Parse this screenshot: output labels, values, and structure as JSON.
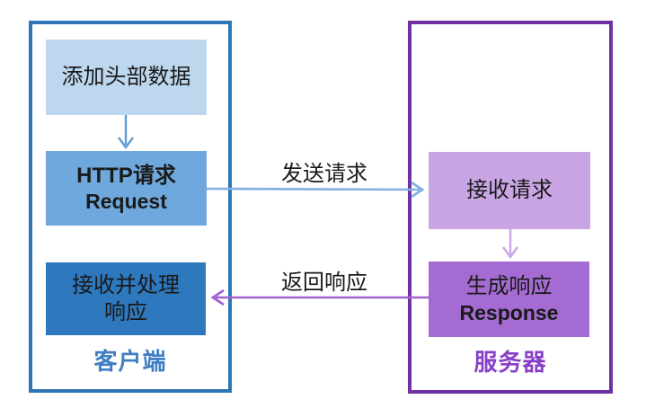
{
  "client": {
    "label": "客户端",
    "boxes": [
      {
        "name": "add-header-data",
        "text": "添加头部数据"
      },
      {
        "name": "http-request",
        "line1": "HTTP请求",
        "line2": "Request"
      },
      {
        "name": "receive-and-process-response",
        "line1": "接收并处理",
        "line2": "响应"
      }
    ]
  },
  "server": {
    "label": "服务器",
    "boxes": [
      {
        "name": "receive-request",
        "text": "接收请求"
      },
      {
        "name": "generate-response",
        "line1": "生成响应",
        "line2": "Response"
      }
    ]
  },
  "arrows": {
    "send_request_label": "发送请求",
    "return_response_label": "返回响应"
  },
  "colors": {
    "client-border": "#2E75B6",
    "client-label": "#3F7EC1",
    "box-light-blue": "#BDD7EE",
    "box-mid-blue": "#6FA8DC",
    "box-dark-blue": "#2E78BE",
    "server-border": "#7030A0",
    "server-label": "#8840C8",
    "box-light-purple": "#C9A6E3",
    "box-mid-purple": "#A46BD2",
    "arrow-blue": "#5B9BD5",
    "arrow-light-blue": "#82B1E1",
    "arrow-light-purple": "#C9A6E3",
    "arrow-purple": "#A163D1",
    "text": "#1A1A1A"
  }
}
